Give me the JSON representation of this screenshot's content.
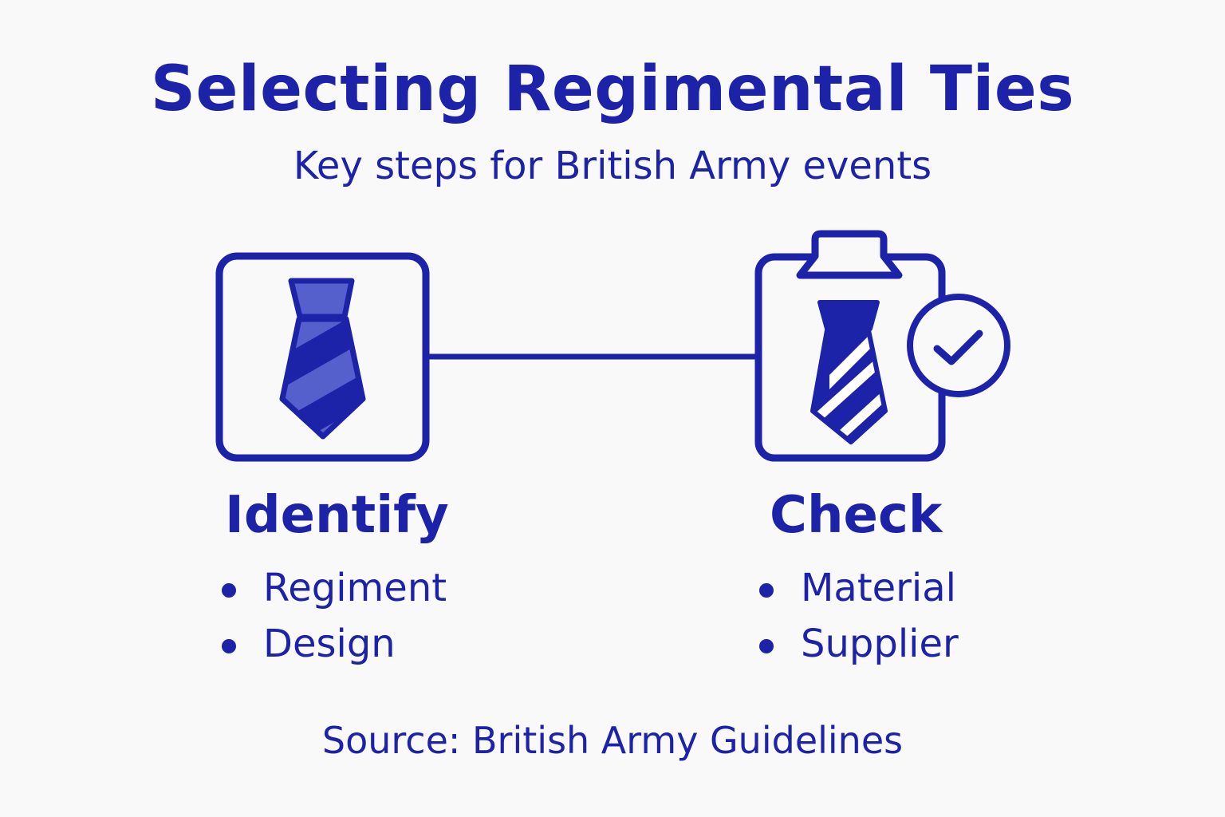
{
  "header": {
    "title": "Selecting Regimental Ties",
    "subtitle": "Key steps for British Army events"
  },
  "steps": [
    {
      "heading": "Identify",
      "icon": "tie-icon",
      "items": [
        "Regiment",
        "Design"
      ]
    },
    {
      "heading": "Check",
      "icon": "clipboard-tie-check-icon",
      "items": [
        "Material",
        "Supplier"
      ]
    }
  ],
  "footer": {
    "source": "Source: British Army Guidelines"
  },
  "colors": {
    "primary": "#1d23a8",
    "tie_light": "#5560cc",
    "background": "#f9f9f9"
  }
}
